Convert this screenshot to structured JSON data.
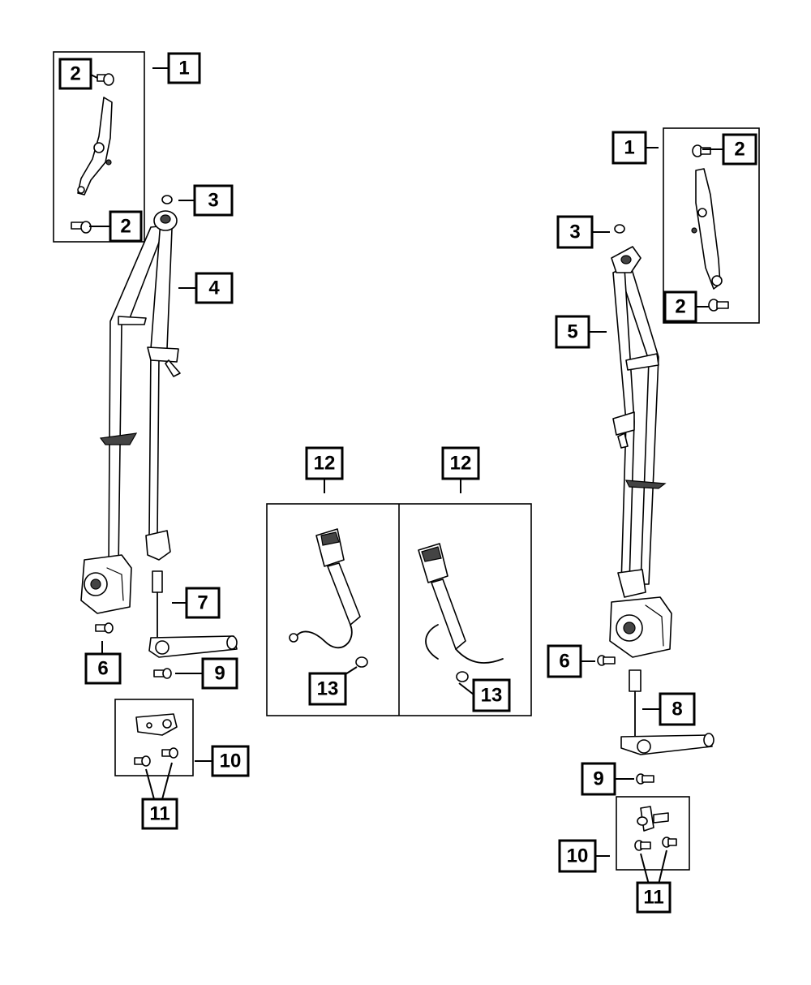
{
  "callouts": {
    "1": "1",
    "2": "2",
    "3": "3",
    "4": "4",
    "5": "5",
    "6": "6",
    "7": "7",
    "8": "8",
    "9": "9",
    "10": "10",
    "11": "11",
    "12": "12",
    "13": "13"
  },
  "colors": {
    "line": "#000000",
    "background": "#ffffff",
    "shade": "#444444"
  }
}
